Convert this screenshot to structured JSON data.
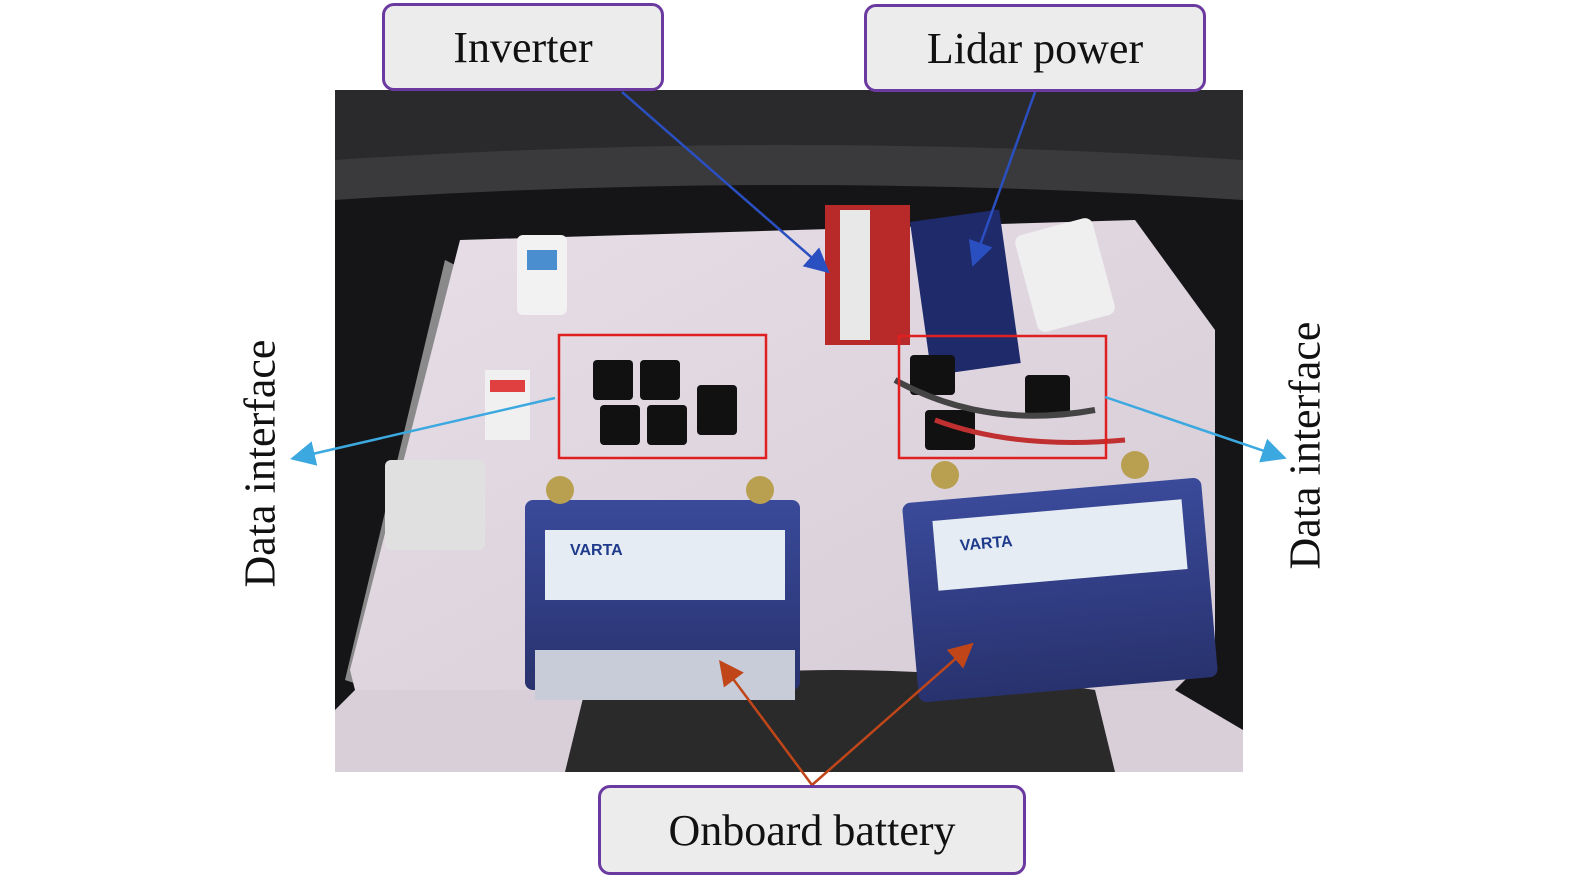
{
  "labels": {
    "inverter": "Inverter",
    "lidar_power": "Lidar power",
    "onboard_battery": "Onboard battery",
    "data_interface_left": "Data interface",
    "data_interface_right": "Data interface"
  },
  "battery_brand": "VARTA",
  "colors": {
    "box_border": "#6a3aa0",
    "box_fill": "#ececec",
    "arrow_blue": "#2a4fc0",
    "arrow_lightblue": "#3ca8e0",
    "arrow_orange": "#c0461a",
    "highlight_red": "#e02020"
  }
}
